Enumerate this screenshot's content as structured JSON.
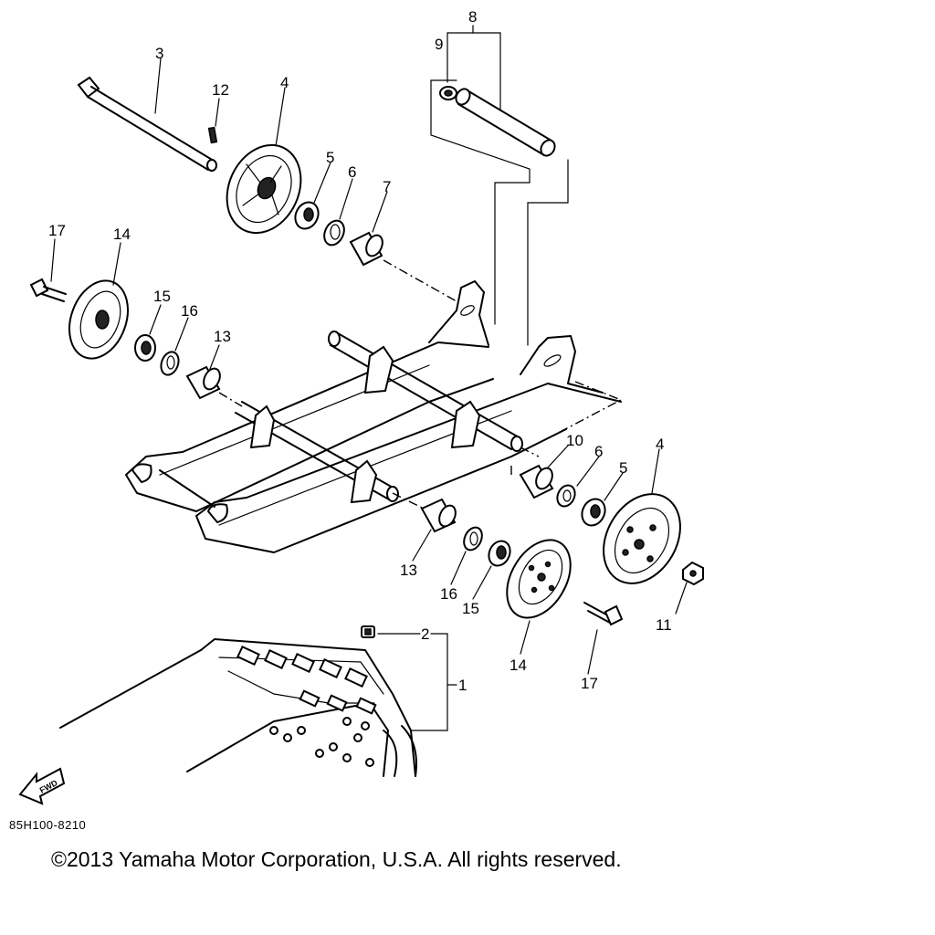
{
  "diagram": {
    "drawing_id": "85H100-8210",
    "copyright": "©2013 Yamaha Motor Corporation, U.S.A. All rights reserved.",
    "fwd_label": "FWD",
    "callouts": {
      "c1": "1",
      "c2": "2",
      "c3": "3",
      "c4a": "4",
      "c4b": "4",
      "c5a": "5",
      "c5b": "5",
      "c6a": "6",
      "c6b": "6",
      "c7": "7",
      "c8": "8",
      "c9": "9",
      "c10": "10",
      "c11": "11",
      "c12": "12",
      "c13a": "13",
      "c13b": "13",
      "c14a": "14",
      "c14b": "14",
      "c15a": "15",
      "c15b": "15",
      "c16a": "16",
      "c16b": "16",
      "c17a": "17",
      "c17b": "17"
    }
  }
}
